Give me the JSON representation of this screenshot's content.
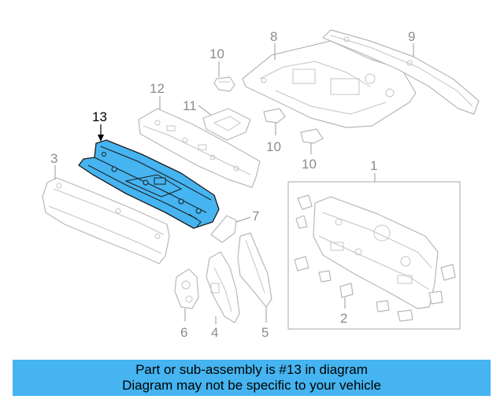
{
  "callouts": {
    "c1": "1",
    "c2": "2",
    "c3": "3",
    "c4": "4",
    "c5": "5",
    "c6": "6",
    "c7": "7",
    "c8": "8",
    "c9": "9",
    "c10a": "10",
    "c10b": "10",
    "c10c": "10",
    "c11": "11",
    "c12": "12",
    "c13": "13"
  },
  "highlight_color": "#45b4f0",
  "banner": {
    "line1": "Part or sub-assembly is #13 in diagram",
    "line2": "Diagram may not be specific to your vehicle"
  }
}
